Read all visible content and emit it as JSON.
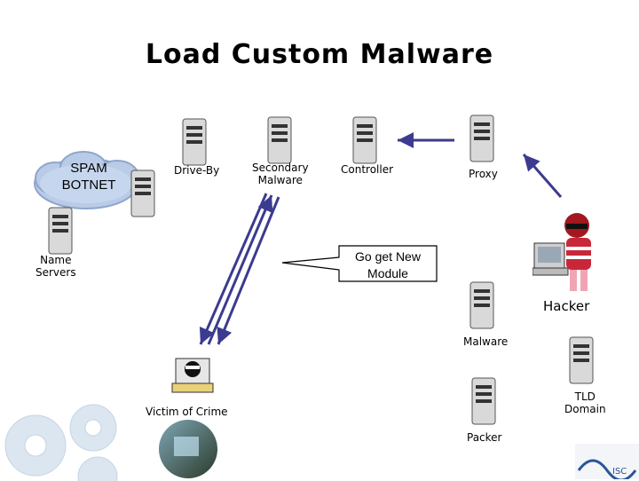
{
  "title": "Load Custom Malware",
  "nodes": {
    "spam_botnet": "SPAM\nBOTNET",
    "drive_by": "Drive-By",
    "secondary_malware": "Secondary\nMalware",
    "controller": "Controller",
    "proxy": "Proxy",
    "name_servers": "Name\nServers",
    "hacker": "Hacker",
    "malware": "Malware",
    "tld_domain": "TLD\nDomain",
    "packer": "Packer",
    "victim": "Victim of Crime"
  },
  "callout": "Go get New\nModule",
  "colors": {
    "arrow": "#3b3b8f",
    "cloud": "#b7c9e6"
  }
}
